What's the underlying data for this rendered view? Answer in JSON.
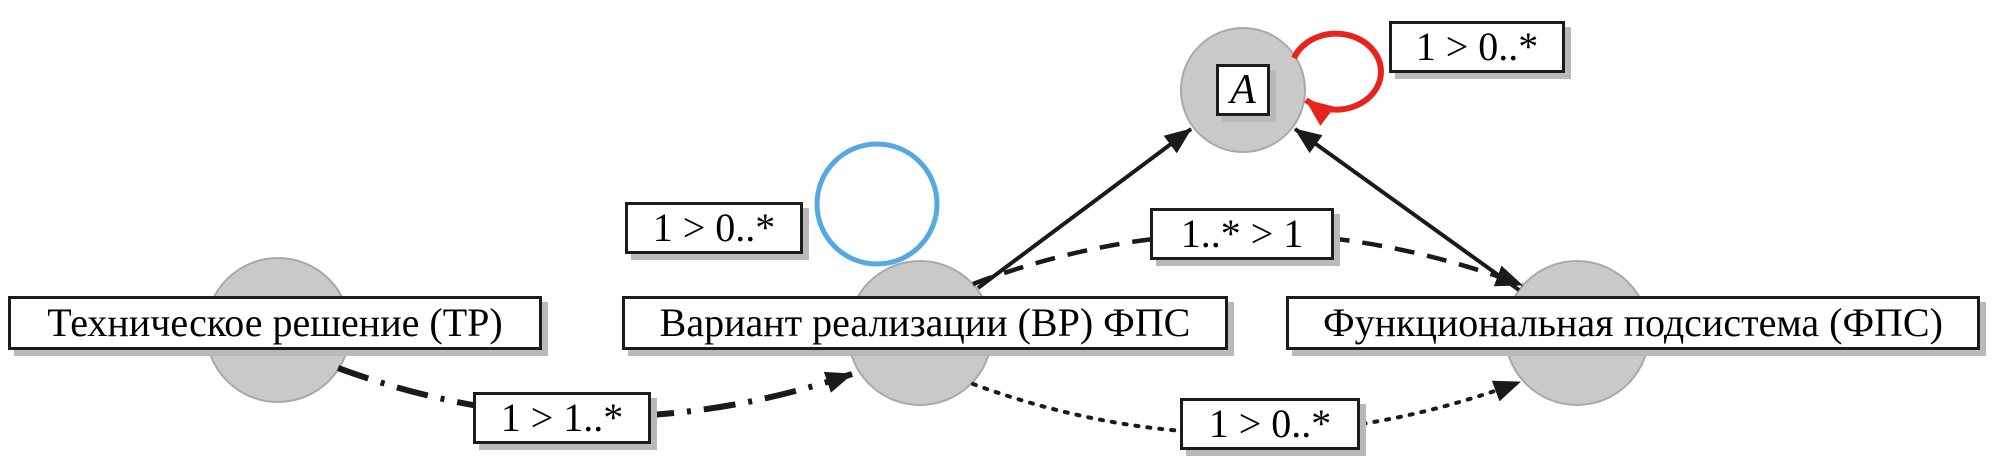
{
  "diagram": {
    "nodes": {
      "tr": {
        "label": "Техническое решение (ТР)"
      },
      "vr": {
        "label": "Вариант реализации (ВР) ФПС"
      },
      "fps": {
        "label": "Функциональная подсистема (ФПС)"
      },
      "a": {
        "label": "A"
      }
    },
    "edges": {
      "tr_to_vr": {
        "label": "1 > 1..*",
        "style": "dash-dot-arrow"
      },
      "vr_self_loop": {
        "label": "1 > 0..*",
        "style": "blue-loop"
      },
      "vr_to_fps_dashed": {
        "label": "1..* > 1",
        "style": "dashed-arrow"
      },
      "vr_to_fps_dotted": {
        "label": "1 > 0..*",
        "style": "dotted-arrow"
      },
      "a_self_loop": {
        "label": "1 > 0..*",
        "style": "red-loop-arrow"
      },
      "vr_to_a": {
        "style": "solid-arrow"
      },
      "fps_to_a": {
        "style": "solid-arrow"
      }
    },
    "colors": {
      "node_fill": "#c9c9c9",
      "node_stroke": "#a9a9a9",
      "edge": "#1a1a1a",
      "red_loop": "#e8231d",
      "blue_loop": "#55a9e2"
    }
  }
}
